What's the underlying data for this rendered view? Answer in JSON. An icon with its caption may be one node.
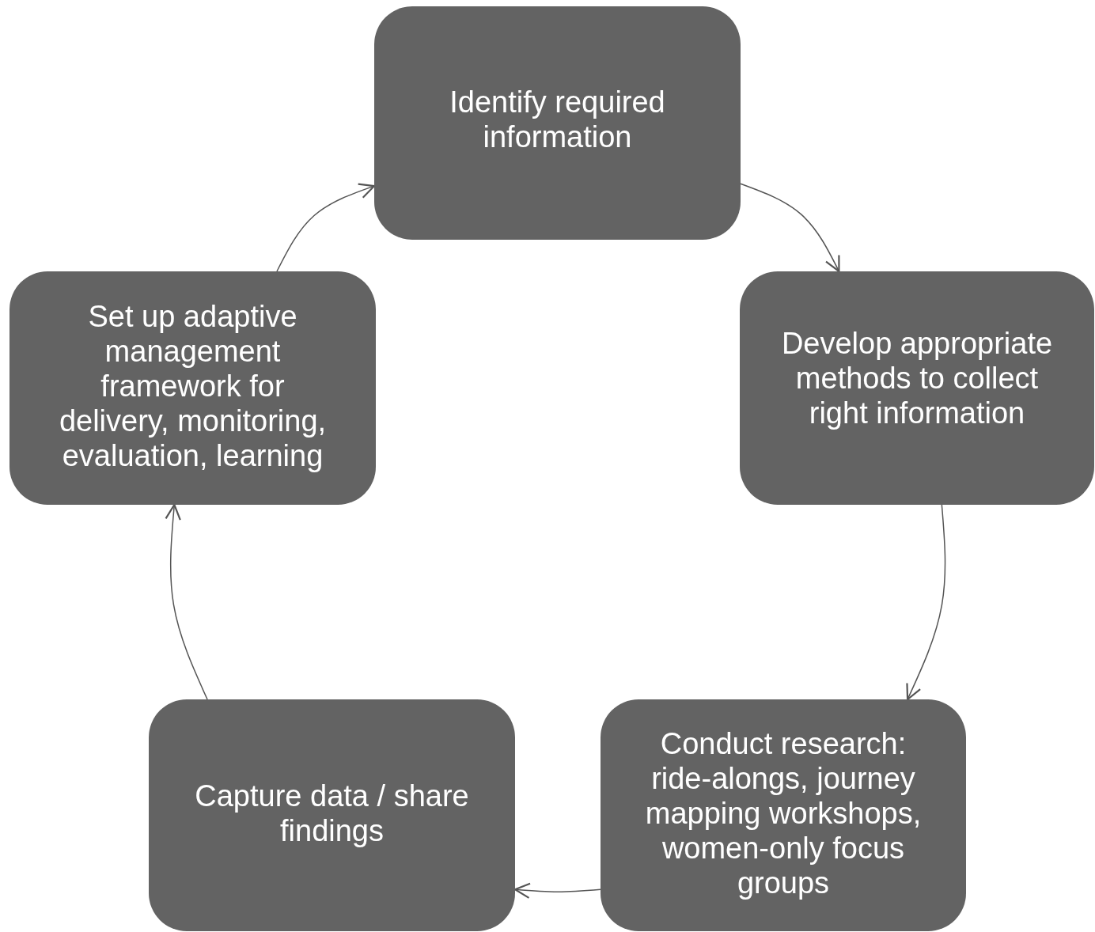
{
  "diagram": {
    "nodes": [
      {
        "text": [
          "Identify required information"
        ]
      },
      {
        "text": [
          "Develop appropriate methods to collect right information"
        ]
      },
      {
        "text": [
          "Conduct research: ride-alongs, journey mapping workshops, women-only focus groups"
        ]
      },
      {
        "text": [
          "Capture data / share findings"
        ]
      },
      {
        "text": [
          "Set up adaptive management framework for delivery, monitoring, evaluation, learning"
        ]
      }
    ],
    "edges": [
      {
        "from": 0,
        "to": 1,
        "arrow": "to"
      },
      {
        "from": 1,
        "to": 2,
        "arrow": "to"
      },
      {
        "from": 2,
        "to": 3,
        "arrow": "to"
      },
      {
        "from": 3,
        "to": 4,
        "arrow": "to"
      },
      {
        "from": 4,
        "to": 0,
        "arrow": "to"
      }
    ]
  }
}
